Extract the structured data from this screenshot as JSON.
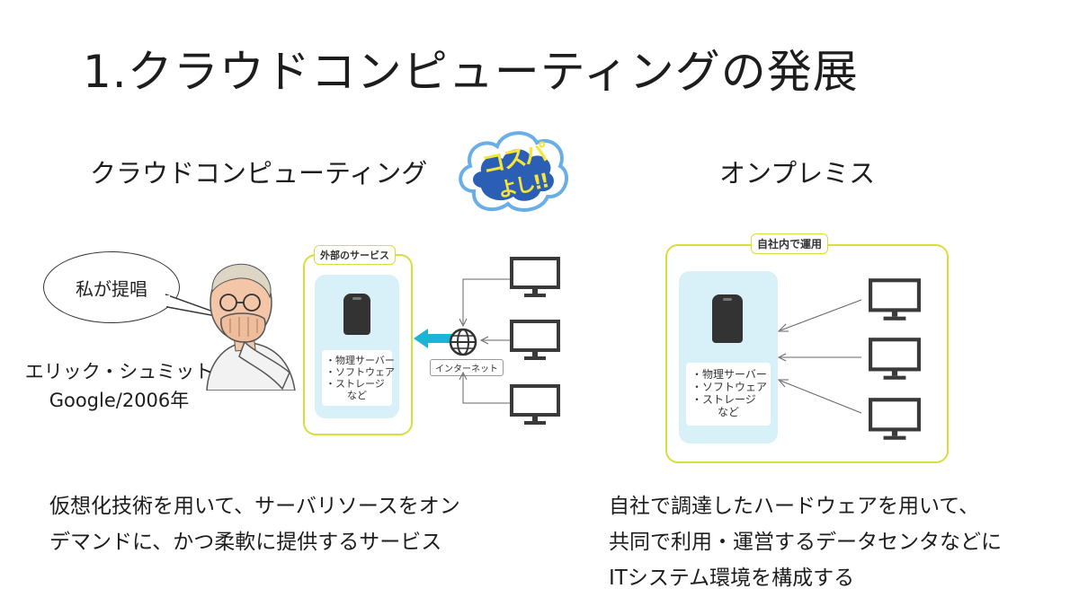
{
  "title": "1.クラウドコンピューティングの発展",
  "left": {
    "heading": "クラウドコンピューティング",
    "badge": {
      "line1": "コスパ",
      "line2": "よし!!"
    },
    "frame_label": "外部のサービス",
    "spec_items": [
      "・物理サーバー",
      "・ソフトウェア",
      "・ストレージ",
      "など"
    ],
    "internet_label": "インターネット",
    "speech": "私が提唱",
    "person_name": "エリック・シュミット",
    "person_sub": "Google/2006年",
    "description_lines": [
      "仮想化技術を用いて、サーバリソースをオン",
      "デマンドに、かつ柔軟に提供するサービス"
    ]
  },
  "right": {
    "heading": "オンプレミス",
    "frame_label": "自社内で運用",
    "spec_items": [
      "・物理サーバー",
      "・ソフトウェア",
      "・ストレージ",
      "など"
    ],
    "description_lines": [
      "自社で調達したハードウェアを用いて、",
      "共同で利用・運営するデータセンタなどに",
      "ITシステム環境を構成する"
    ]
  },
  "colors": {
    "frame_yellow": "#d8de3c",
    "card_blue": "#d8f1f8",
    "arrow_cyan": "#1ab4d4",
    "icon_dark": "#333333"
  }
}
